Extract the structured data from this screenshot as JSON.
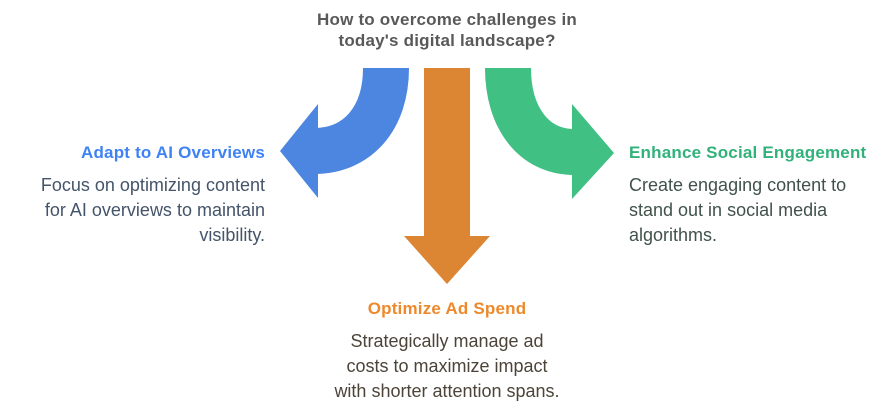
{
  "background_color": "#FFFFFF",
  "title": {
    "text": "How to overcome challenges in\ntoday's digital landscape?",
    "color": "#595959"
  },
  "branches": [
    {
      "direction": "left",
      "arrow_icon": "curved-arrow-left",
      "arrow_color": "#4C86E0",
      "heading": "Adapt to AI Overviews",
      "heading_color": "#3E82F4",
      "body": "Focus on optimizing content\nfor AI overviews to maintain\nvisibility.",
      "body_color": "#44546A"
    },
    {
      "direction": "down",
      "arrow_icon": "arrow-down",
      "arrow_color": "#DC8634",
      "heading": "Optimize Ad Spend",
      "heading_color": "#ED892B",
      "body": "Strategically manage ad\ncosts to maximize impact\nwith shorter attention spans.",
      "body_color": "#4D4439"
    },
    {
      "direction": "right",
      "arrow_icon": "curved-arrow-right",
      "arrow_color": "#41C084",
      "heading": "Enhance Social Engagement",
      "heading_color": "#30B27A",
      "body": "Create engaging content to\nstand out in social media\nalgorithms.",
      "body_color": "#41524B"
    }
  ]
}
